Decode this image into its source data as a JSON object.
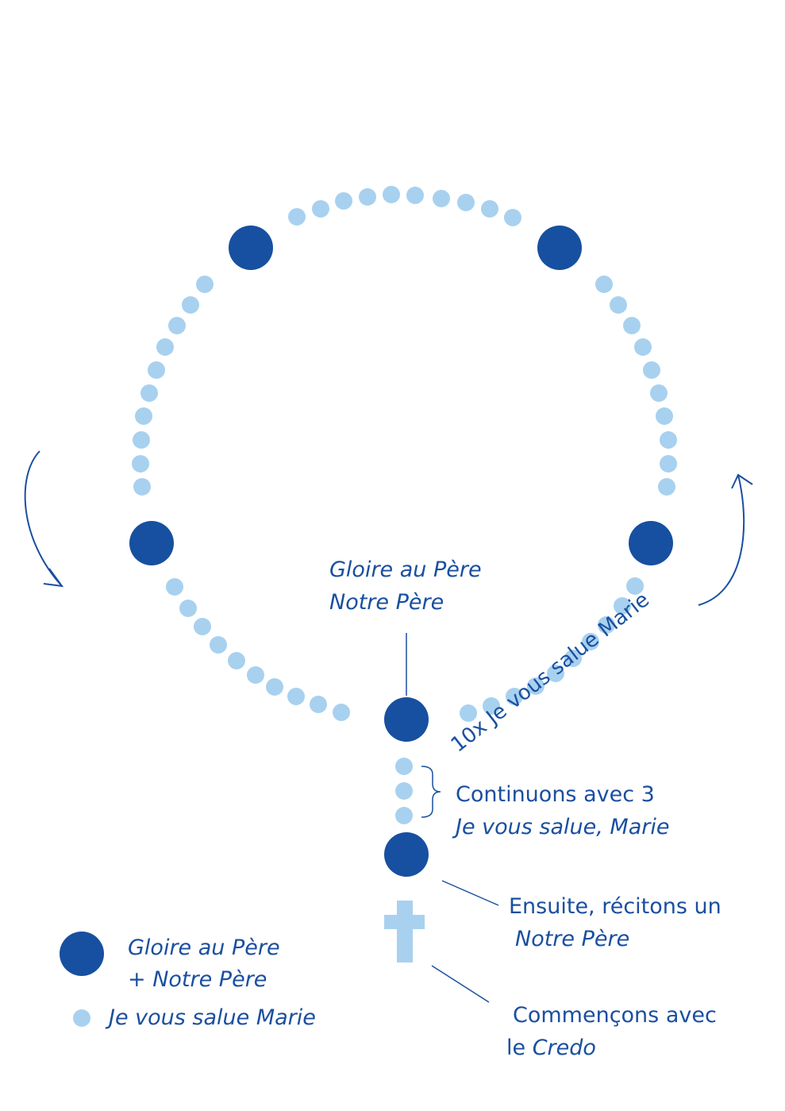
{
  "colors": {
    "big_bead": "#1750a0",
    "small_bead": "#a8d1ef",
    "text": "#1a4fa0"
  },
  "labels": {
    "top_bead_line1": "Gloire au Père",
    "top_bead_line2": "Notre Père",
    "decade": "10x Je vous salue Marie",
    "three_line1": "Continuons avec 3",
    "three_line2": "Je vous salue, Marie",
    "our_father_line1": "Ensuite, récitons un",
    "our_father_line2": "Notre Père",
    "credo_line1": "Commençons avec",
    "credo_line2_prefix": "le ",
    "credo_line2_italic": "Credo"
  },
  "legend": {
    "big_line1": "Gloire au Père",
    "big_line2": "+ Notre Père",
    "small": "Je vous salue Marie"
  }
}
